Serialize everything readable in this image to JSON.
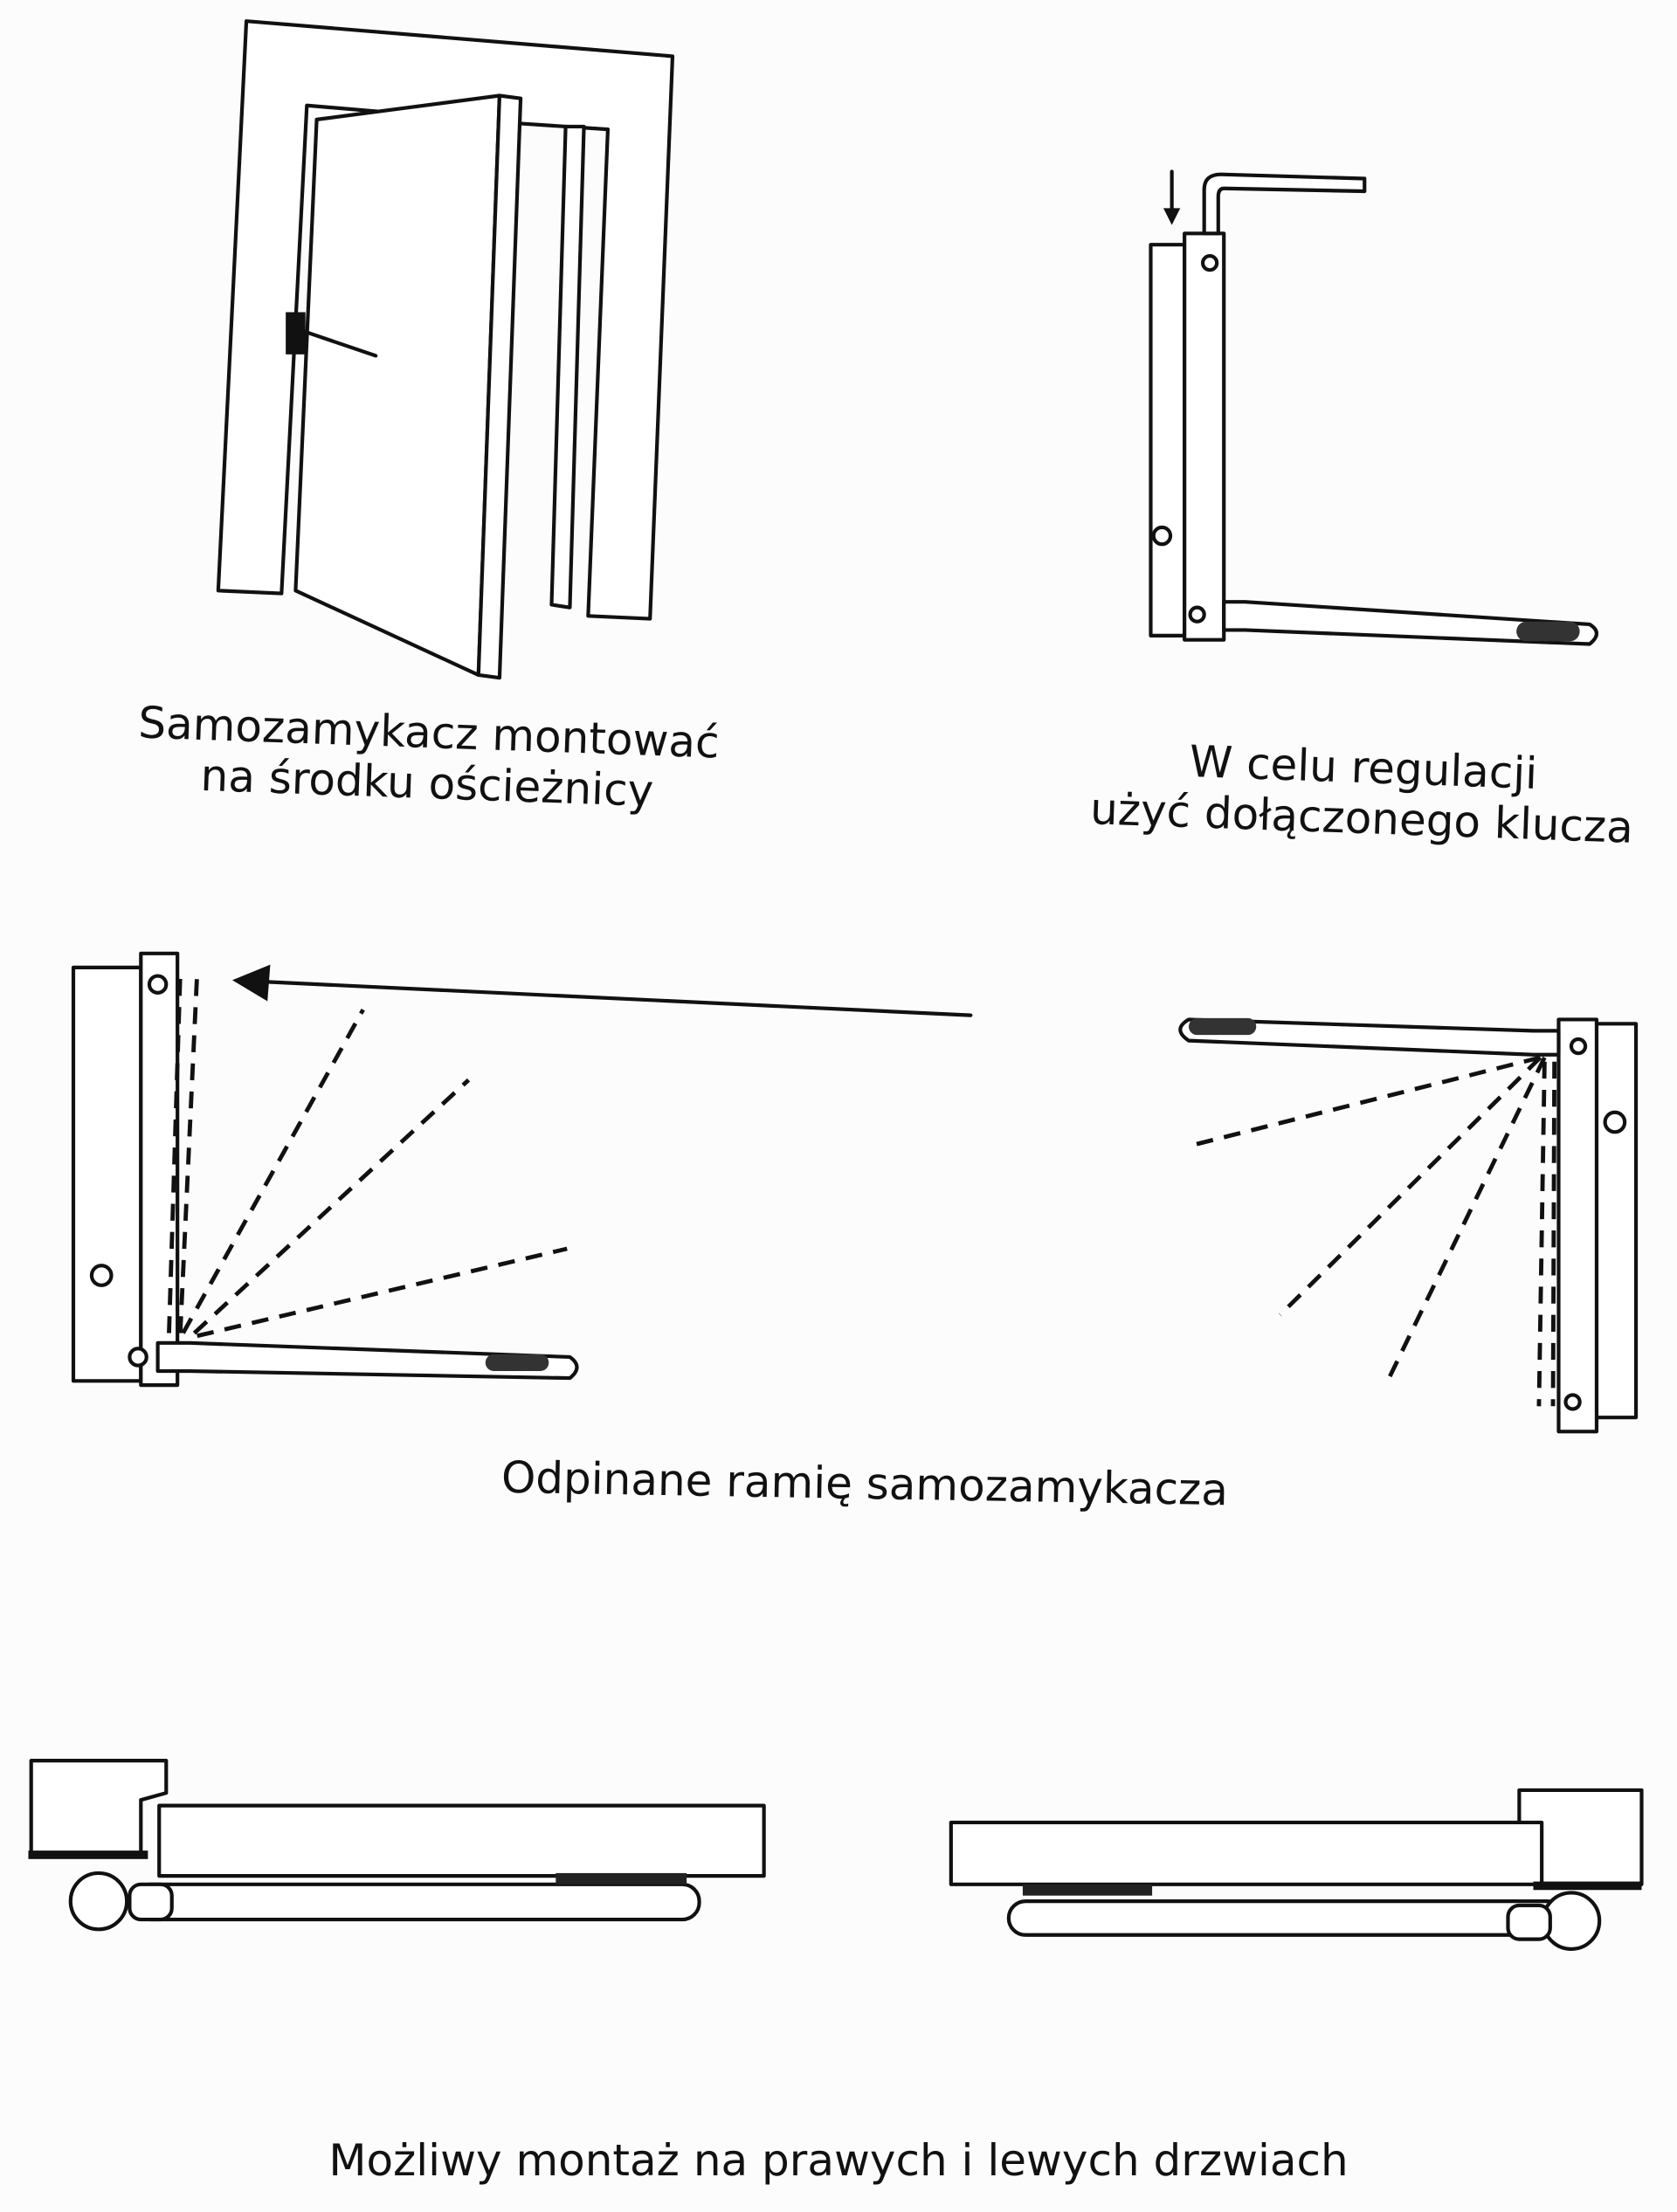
{
  "captions": {
    "mount_center_line1": "Samozamykacz montować",
    "mount_center_line2": "na środku ościeżnicy",
    "adjust_line1": "W celu regulacji",
    "adjust_line2": "użyć dołączonego klucza",
    "detachable_arm": "Odpinane ramię samozamykacza",
    "left_right_mount": "Możliwy montaż na prawych i lewych drzwiach"
  }
}
